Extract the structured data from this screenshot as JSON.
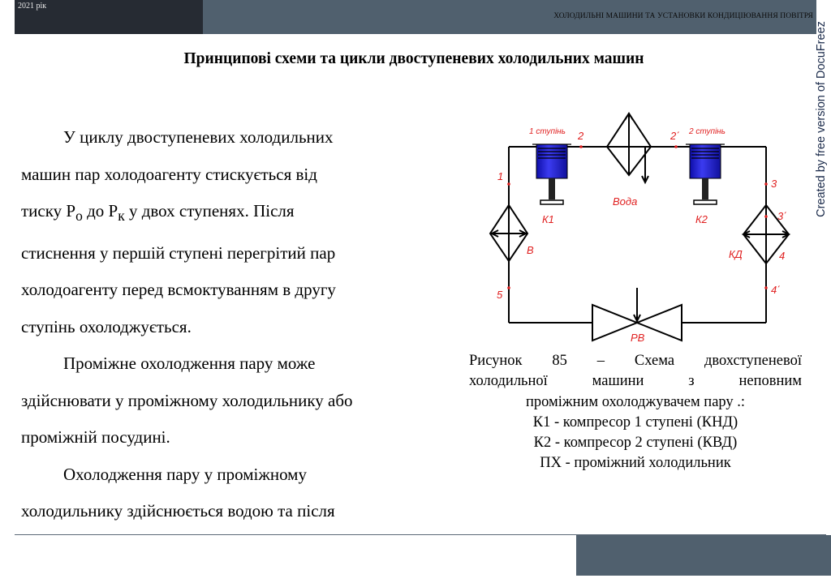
{
  "header": {
    "year": "2021 рік",
    "course": "ХОЛОДИЛЬНІ МАШИНИ ТА УСТАНОВКИ КОНДИЦІЮВАННЯ ПОВІТРЯ"
  },
  "watermark": "Created by free version of DocuFreez",
  "title": "Принципові схеми та цикли двоступеневих холодильних машин",
  "body": {
    "p1": [
      "У циклу двоступеневих холодильних",
      "машин пар холодоагенту стискується від"
    ],
    "p1_l3": {
      "a": "тиску Р",
      "sub1": "о",
      "b": " до Р",
      "sub2": "к",
      "c": " у двох ступенях. Після"
    },
    "p1_rest": [
      "стиснення у першій ступені перегрітий пар",
      "холодоагенту перед всмоктуванням в другу",
      "ступінь охолоджується."
    ],
    "p2": [
      "Проміжне охолодження пару може",
      "здійснювати у проміжному холодильнику або",
      "проміжній посудині."
    ],
    "p3": [
      "Охолодження пару у проміжному",
      "холодильнику здійснюється водою та після"
    ]
  },
  "diagram": {
    "stage1": "1 ступінь",
    "stage2": "2 ступінь",
    "points": [
      "1",
      "2",
      "2΄",
      "3",
      "3΄",
      "4",
      "4΄",
      "5"
    ],
    "k1": "К1",
    "k2": "К2",
    "water": "Вода",
    "v": "В",
    "kd": "КД",
    "rv": "РВ"
  },
  "caption": {
    "line1": "Рисунок 85 – Схема двохступеневої",
    "line2": "холодильної машини з неповним",
    "line3": "проміжним охолоджувачем пару .:",
    "line4": "К1 - компресор 1 ступені (КНД)",
    "line5": "К2 - компресор 2 ступені (КВД)",
    "line6": "ПХ - проміжний холодильник"
  },
  "colors": {
    "header_dark": "#262b33",
    "header_band": "#50606e",
    "label_red": "#e02020",
    "compressor_blue": "#1f1fdc"
  }
}
